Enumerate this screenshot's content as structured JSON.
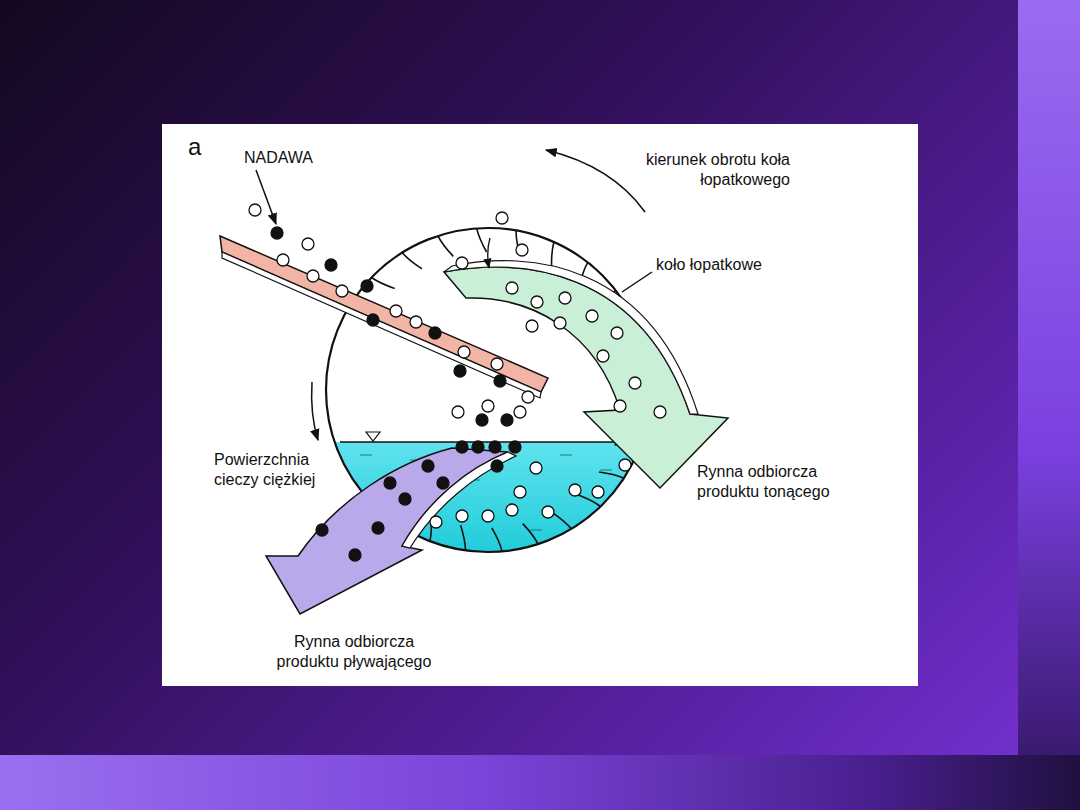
{
  "diagram": {
    "labels": [
      "a",
      "NADAWA",
      "kierunek obrotu koła łopatkowego",
      "koło łopatkowe",
      "Powierzchnia cieczy ciężkiej",
      "Rynna odbiorcza produktu tonącego",
      "Rynna odbiorcza produktu pływającego"
    ]
  }
}
